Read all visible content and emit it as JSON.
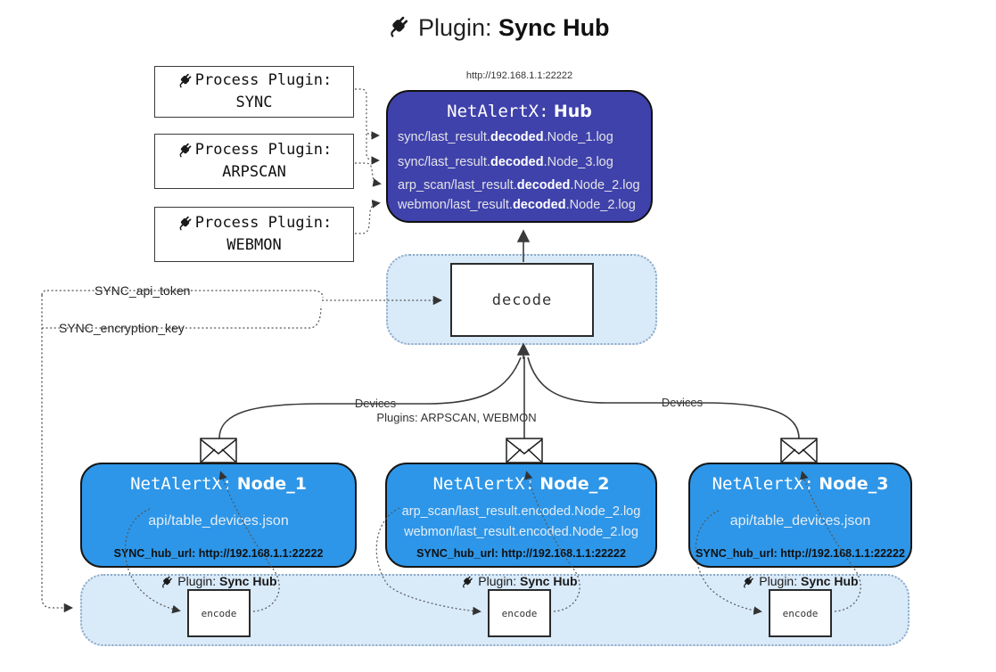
{
  "title": {
    "prefix": "Plugin:",
    "bold": "Sync Hub"
  },
  "process_plugins": [
    {
      "label": "Process Plugin:",
      "name": "SYNC"
    },
    {
      "label": "Process Plugin:",
      "name": "ARPSCAN"
    },
    {
      "label": "Process Plugin:",
      "name": "WEBMON"
    }
  ],
  "hub": {
    "url": "http://192.168.1.1:22222",
    "title_prefix": "NetAlertX:",
    "title_name": "Hub",
    "rows": [
      {
        "pre": "sync/last_result.",
        "bold": "decoded",
        "post": ".Node_1.log"
      },
      {
        "pre": "sync/last_result.",
        "bold": "decoded",
        "post": ".Node_3.log"
      },
      {
        "pre": "arp_scan/last_result.",
        "bold": "decoded",
        "post": ".Node_2.log"
      },
      {
        "pre": "webmon/last_result.",
        "bold": "decoded",
        "post": ".Node_2.log"
      }
    ]
  },
  "decode": {
    "label": "decode"
  },
  "encode": {
    "label": "encode",
    "plugin_prefix": "Plugin:",
    "plugin_name": "Sync Hub"
  },
  "config": {
    "api_token": "SYNC_api_token",
    "encryption_key": "SYNC_encryption_key"
  },
  "edges": {
    "devices_left": "Devices",
    "devices_right": "Devices",
    "plugins_mid": "Plugins: ARPSCAN, WEBMON"
  },
  "nodes": [
    {
      "title_prefix": "NetAlertX:",
      "title_name": "Node_1",
      "lines": [
        "api/table_devices.json"
      ],
      "hub_url": "SYNC_hub_url: http://192.168.1.1:22222"
    },
    {
      "title_prefix": "NetAlertX:",
      "title_name": "Node_2",
      "lines": [
        "arp_scan/last_result.encoded.Node_2.log",
        "webmon/last_result.encoded.Node_2.log"
      ],
      "hub_url": "SYNC_hub_url: http://192.168.1.1:22222"
    },
    {
      "title_prefix": "NetAlertX:",
      "title_name": "Node_3",
      "lines": [
        "api/table_devices.json"
      ],
      "hub_url": "SYNC_hub_url: http://192.168.1.1:22222"
    }
  ],
  "colors": {
    "hub_fill": "#3f42ab",
    "node_fill": "#2d96e8",
    "panel_fill": "#d9eaf9",
    "panel_border": "#8fa9c7"
  }
}
